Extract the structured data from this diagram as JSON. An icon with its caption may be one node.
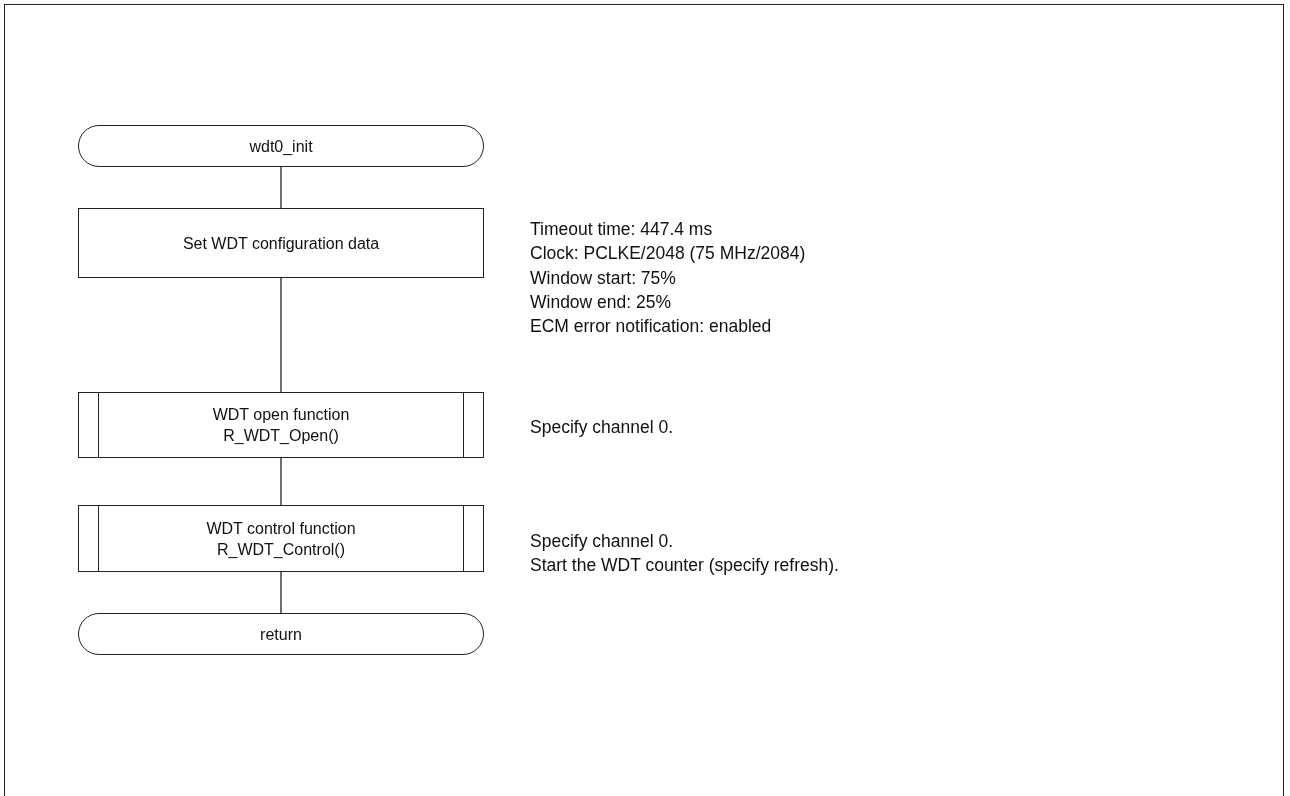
{
  "diagram": {
    "nodes": [
      {
        "text": [
          "wdt0_init"
        ]
      },
      {
        "text": [
          "Set WDT configuration data"
        ],
        "beside": [
          "Timeout time: 447.4 ms",
          "Clock: PCLKE/2048 (75 MHz/2084)",
          "Window start: 75%",
          "Window end: 25%",
          "ECM error notification: enabled"
        ]
      },
      {
        "text": [
          "WDT open function",
          "R_WDT_Open()"
        ],
        "beside": [
          "Specify channel 0."
        ]
      },
      {
        "text": [
          "WDT control function",
          "R_WDT_Control()"
        ],
        "beside": [
          "Specify channel 0.",
          "Start the WDT counter (specify refresh)."
        ]
      },
      {
        "text": [
          "return"
        ]
      }
    ],
    "edges": [
      {
        "from": 0,
        "to": 1,
        "arrow": "none"
      },
      {
        "from": 1,
        "to": 2,
        "arrow": "none"
      },
      {
        "from": 2,
        "to": 3,
        "arrow": "none"
      },
      {
        "from": 3,
        "to": 4,
        "arrow": "none"
      }
    ]
  }
}
